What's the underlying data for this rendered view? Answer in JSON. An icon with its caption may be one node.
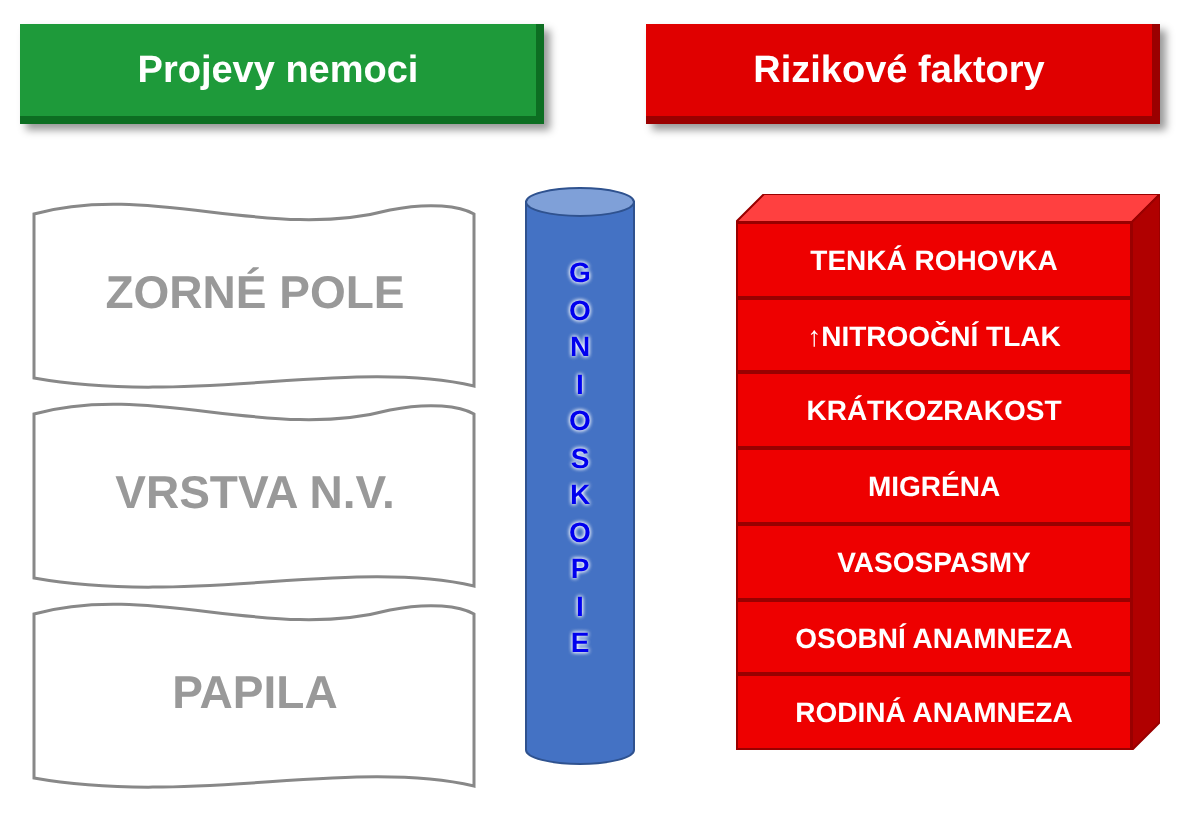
{
  "diagram": {
    "nodes": [
      {
        "text": [
          "Projevy nemoci"
        ]
      },
      {
        "text": [
          "Rizikové faktory"
        ]
      },
      {
        "text": [
          "ZORNÉ POLE"
        ]
      },
      {
        "text": [
          "VRSTVA N.V."
        ]
      },
      {
        "text": [
          "PAPILA"
        ]
      },
      {
        "text": [
          "GONIOSKOPIE"
        ]
      },
      {
        "text": [],
        "shape": "box"
      },
      {
        "text": [
          "TENKÁ ROHOVKA"
        ],
        "in": 6
      },
      {
        "text": [
          "↑NITROOČNÍ TLAK"
        ],
        "in": 6
      },
      {
        "text": [
          "KRÁTKOZRAKOST"
        ],
        "in": 6
      },
      {
        "text": [
          "MIGRÉNA"
        ],
        "in": 6
      },
      {
        "text": [
          "VASOSPASMY"
        ],
        "in": 6
      },
      {
        "text": [
          "OSOBNÍ ANAMNEZA"
        ],
        "in": 6
      },
      {
        "text": [
          "RODINÁ ANAMNEZA"
        ],
        "in": 6
      }
    ],
    "edges": []
  }
}
